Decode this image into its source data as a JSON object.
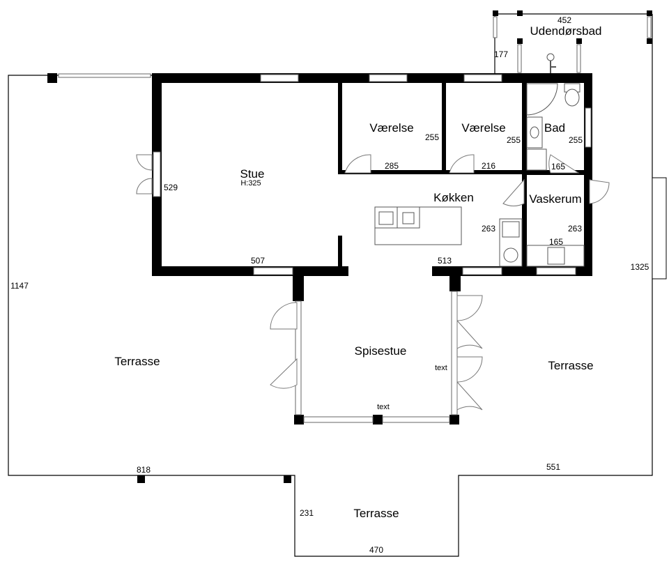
{
  "rooms": {
    "stue": "Stue",
    "stue_height": "H:325",
    "vaerelse1": "Værelse",
    "vaerelse2": "Værelse",
    "bad": "Bad",
    "koekken": "Køkken",
    "vaskerum": "Vaskerum",
    "spisestue": "Spisestue",
    "udendoersbad": "Udendørsbad",
    "terrasse_left": "Terrasse",
    "terrasse_right": "Terrasse",
    "terrasse_bottom": "Terrasse"
  },
  "dimensions": {
    "d452": "452",
    "d177": "177",
    "d529": "529",
    "d507": "507",
    "d285": "285",
    "d255a": "255",
    "d216": "216",
    "d255b": "255",
    "d255c": "255",
    "d165a": "165",
    "d263a": "263",
    "d263b": "263",
    "d165b": "165",
    "d513": "513",
    "d1325": "1325",
    "d1147": "1147",
    "d818": "818",
    "d551": "551",
    "d231": "231",
    "d470": "470"
  },
  "labels": {
    "text_side": "text",
    "text_bottom": "text"
  }
}
